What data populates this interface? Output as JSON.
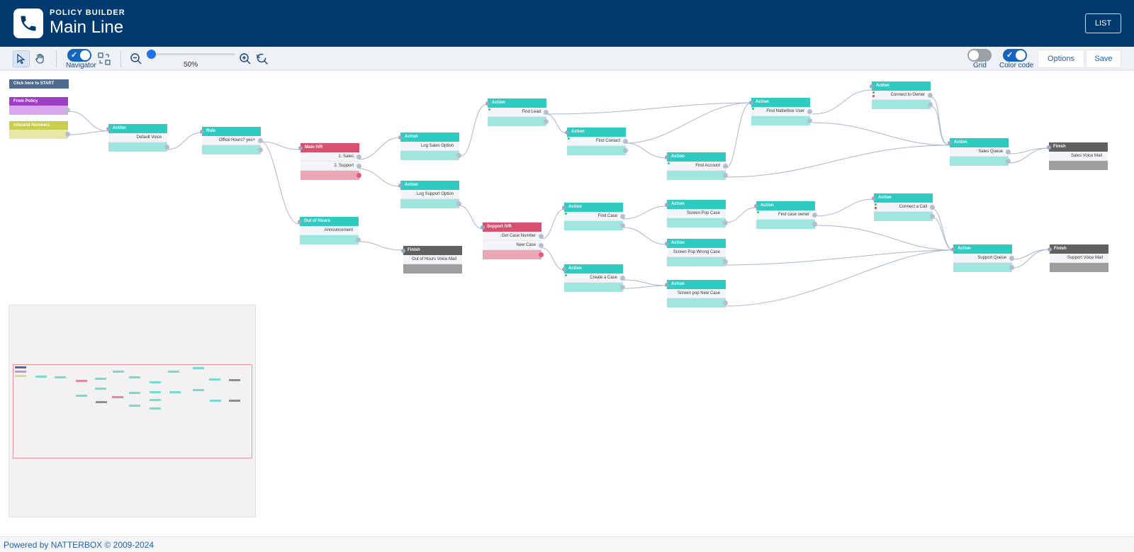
{
  "header": {
    "eyebrow": "POLICY BUILDER",
    "title": "Main Line",
    "list_button": "LIST",
    "logo_icon": "phone-icon"
  },
  "toolbar": {
    "select_tool_icon": "cursor-arrow-icon",
    "pan_tool_icon": "hand-icon",
    "navigator_label": "Navigator",
    "navigator_on": true,
    "zoom_level": "50%",
    "zoom_fraction": 0.0,
    "grid_label": "Grid",
    "grid_on": false,
    "color_code_label": "Color code",
    "color_code_on": true,
    "options_label": "Options",
    "save_label": "Save"
  },
  "canvas": {
    "start_label": "Click here to START",
    "sources": [
      {
        "title": "From Policy",
        "color": "#9e3ec2",
        "fill": "#d8a6ec"
      },
      {
        "title": "Inbound Numbers",
        "color": "#c9cc4f",
        "fill": "#e6e8a8"
      }
    ],
    "nodes": {
      "n1": {
        "title": "Action",
        "rows": [
          "Default Voice"
        ]
      },
      "n2": {
        "title": "Rule",
        "rows": [
          "Office Hours? yes+"
        ]
      },
      "n3": {
        "title": "Main IVR",
        "rows": [
          "1. Sales",
          "2. Support"
        ]
      },
      "n4": {
        "title": "Out of Hours",
        "rows": [
          "Announcement"
        ]
      },
      "n5": {
        "title": "Action",
        "rows": [
          "Log Sales Option"
        ]
      },
      "n6": {
        "title": "Action",
        "rows": [
          "Log Support Option"
        ]
      },
      "n7": {
        "title": "Finish",
        "rows": [
          "Out of Hours Voice Mail"
        ]
      },
      "n8": {
        "title": "Action",
        "rows": [
          "Find Lead"
        ]
      },
      "n9": {
        "title": "Support IVR",
        "rows": [
          "Get Case Number",
          "New Case"
        ]
      },
      "n10": {
        "title": "Action",
        "rows": [
          "Find Contact"
        ]
      },
      "n11": {
        "title": "Action",
        "rows": [
          "Find Case"
        ]
      },
      "n12": {
        "title": "Action",
        "rows": [
          "Create a Case"
        ]
      },
      "n13": {
        "title": "Action",
        "rows": [
          "Find Account"
        ]
      },
      "n14": {
        "title": "Action",
        "rows": [
          "Screen Pop Case"
        ]
      },
      "n15": {
        "title": "Action",
        "rows": [
          "Screen Pop Wrong Case"
        ]
      },
      "n16": {
        "title": "Action",
        "rows": [
          "Screen pop New Case"
        ]
      },
      "n17": {
        "title": "Action",
        "rows": [
          "Find Natterbox User"
        ]
      },
      "n18": {
        "title": "Action",
        "rows": [
          "Find case owner"
        ]
      },
      "n19": {
        "title": "Action",
        "rows": [
          "Connect to Owner"
        ]
      },
      "n20": {
        "title": "Action",
        "rows": [
          "Connect a Call"
        ]
      },
      "n21": {
        "title": "Action",
        "rows": [
          "Sales Queue"
        ]
      },
      "n22": {
        "title": "Action",
        "rows": [
          "Support Queue"
        ]
      },
      "n23": {
        "title": "Finish",
        "rows": [
          "Sales Voice Mail"
        ]
      },
      "n24": {
        "title": "Finish",
        "rows": [
          "Support Voice Mail"
        ]
      }
    }
  },
  "footer": {
    "text": "Powered by NATTERBOX © 2009-2024"
  }
}
